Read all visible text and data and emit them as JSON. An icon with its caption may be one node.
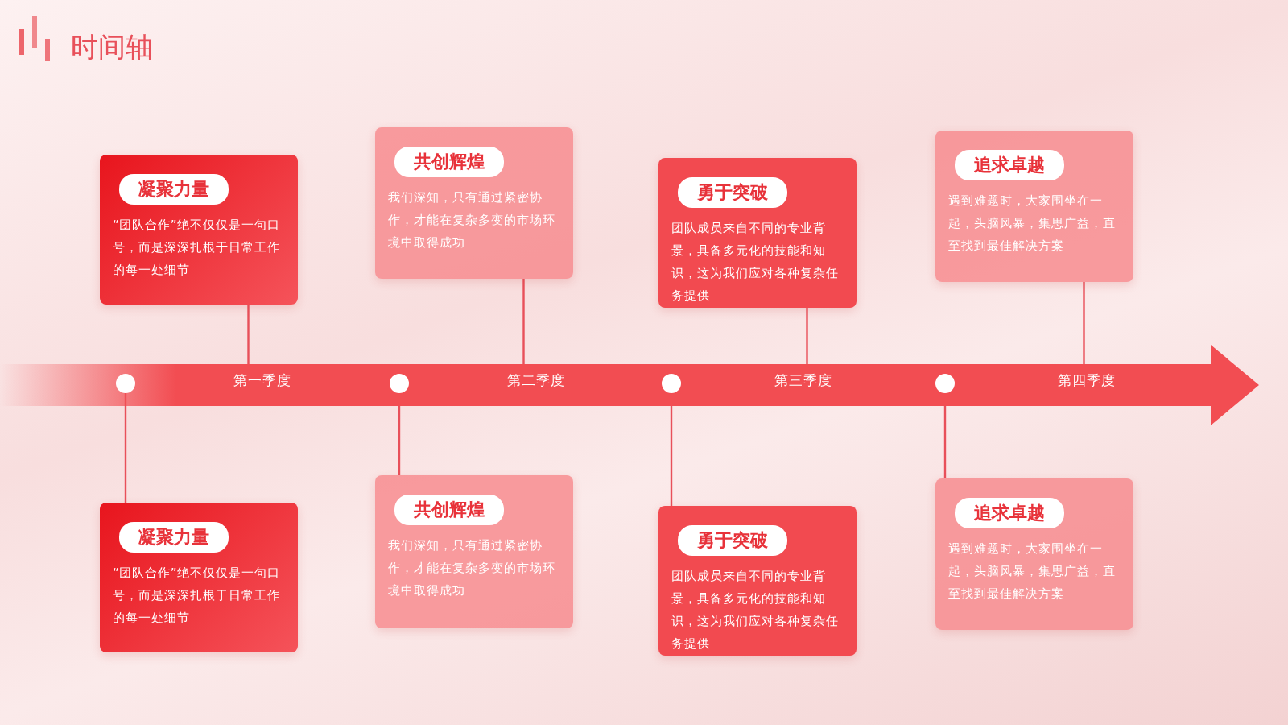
{
  "diagram": {
    "title": "时间轴",
    "nodes": [
      {
        "text": [
          "凝聚力量",
          "“团队合作”绝不仅仅是一句口号，而是深深扎根于日常工作的每一处细节"
        ]
      },
      {
        "text": [
          "共创辉煌",
          "我们深知，只有通过紧密协作，才能在复杂多变的市场环境中取得成功"
        ]
      },
      {
        "text": [
          "勇于突破",
          "团队成员来自不同的专业背景，具备多元化的技能和知识，这为我们应对各种复杂任务提供"
        ]
      },
      {
        "text": [
          "追求卓越",
          "遇到难题时，大家围坐在一起，头脑风暴，集思广益，直至找到最佳解决方案"
        ]
      },
      {
        "text": [
          "第一季度",
          "第二季度",
          "第三季度",
          "第四季度"
        ]
      },
      {
        "text": [],
        "shape": "circle",
        "in": 4
      },
      {
        "text": [],
        "shape": "circle",
        "in": 4
      },
      {
        "text": [],
        "shape": "circle",
        "in": 4
      },
      {
        "text": [],
        "shape": "circle",
        "in": 4
      },
      {
        "text": [
          "凝聚力量",
          "“团队合作”绝不仅仅是一句口号，而是深深扎根于日常工作的每一处细节"
        ]
      },
      {
        "text": [
          "共创辉煌",
          "我们深知，只有通过紧密协作，才能在复杂多变的市场环境中取得成功"
        ]
      },
      {
        "text": [
          "勇于突破",
          "团队成员来自不同的专业背景，具备多元化的技能和知识，这为我们应对各种复杂任务提供"
        ]
      },
      {
        "text": [
          "追求卓越",
          "遇到难题时，大家围坐在一起，头脑风暴，集思广益，直至找到最佳解决方案"
        ]
      }
    ],
    "edges": [
      {
        "from": 0,
        "to": 4,
        "arrow": "none"
      },
      {
        "from": 1,
        "to": 4,
        "arrow": "none"
      },
      {
        "from": 2,
        "to": 4,
        "arrow": "none"
      },
      {
        "from": 3,
        "to": 4,
        "arrow": "none"
      },
      {
        "from": 5,
        "to": 9,
        "arrow": "none"
      },
      {
        "from": 6,
        "to": 10,
        "arrow": "none"
      },
      {
        "from": 7,
        "to": 11,
        "arrow": "none"
      },
      {
        "from": 8,
        "to": 12,
        "arrow": "none"
      }
    ]
  }
}
